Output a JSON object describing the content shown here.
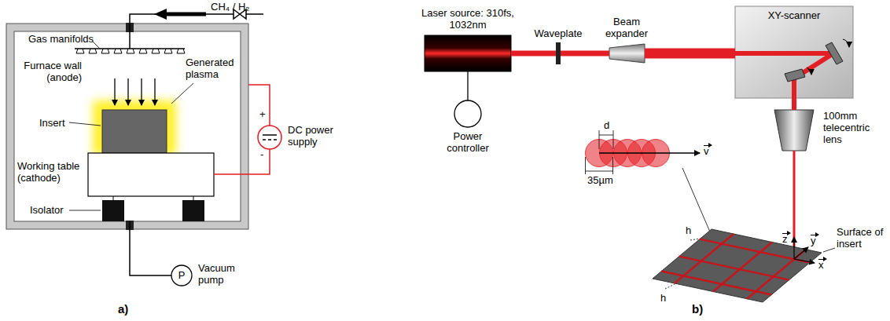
{
  "diagram": {
    "nodes": [
      {
        "text": [
          "Laser source: 310fs, 1032nm"
        ]
      },
      {
        "text": [
          "Power controller"
        ]
      },
      {
        "text": [
          "XY-scanner"
        ]
      },
      {
        "text": [
          "Waveplate"
        ]
      },
      {
        "text": [
          "Beam expander"
        ]
      },
      {
        "text": [
          "100mm telecentric lens"
        ]
      },
      {
        "text": [
          "P",
          "Vacuum pump"
        ]
      },
      {
        "text": [
          "DC power supply"
        ]
      }
    ],
    "edges": [
      {
        "from": 0,
        "to": 3,
        "arrow": "none"
      },
      {
        "from": 3,
        "to": 4,
        "arrow": "none"
      },
      {
        "from": 4,
        "to": 2,
        "arrow": "none"
      },
      {
        "from": 2,
        "to": 5,
        "arrow": "none"
      },
      {
        "from": 0,
        "to": 1,
        "arrow": "none"
      }
    ],
    "labels": [
      "CH₄ / H₂",
      "Gas manifolds",
      "Furnace wall (anode)",
      "Generated plasma",
      "Insert",
      "Working table (cathode)",
      "Isolator",
      "+",
      "-",
      "a)",
      "d",
      "35µm",
      "v",
      "z",
      "y",
      "x",
      "h",
      "h",
      "Surface of insert",
      "b)"
    ]
  }
}
